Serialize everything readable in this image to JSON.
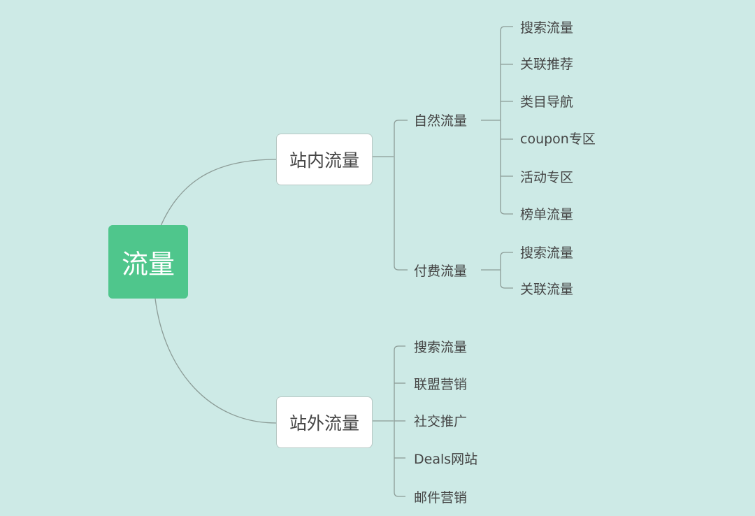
{
  "root": {
    "label": "流量"
  },
  "branches": [
    {
      "label": "站内流量",
      "children": [
        {
          "label": "自然流量",
          "children": [
            "搜索流量",
            "关联推荐",
            "类目导航",
            "coupon专区",
            "活动专区",
            "榜单流量"
          ]
        },
        {
          "label": "付费流量",
          "children": [
            "搜索流量",
            "关联流量"
          ]
        }
      ]
    },
    {
      "label": "站外流量",
      "children": [
        "搜索流量",
        "联盟营销",
        "社交推广",
        "Deals网站",
        "邮件营销"
      ]
    }
  ],
  "colors": {
    "background": "#cdeae6",
    "root_fill": "#4fc68c",
    "node_fill": "#ffffff",
    "line": "#8c9c97",
    "text": "#444444"
  }
}
